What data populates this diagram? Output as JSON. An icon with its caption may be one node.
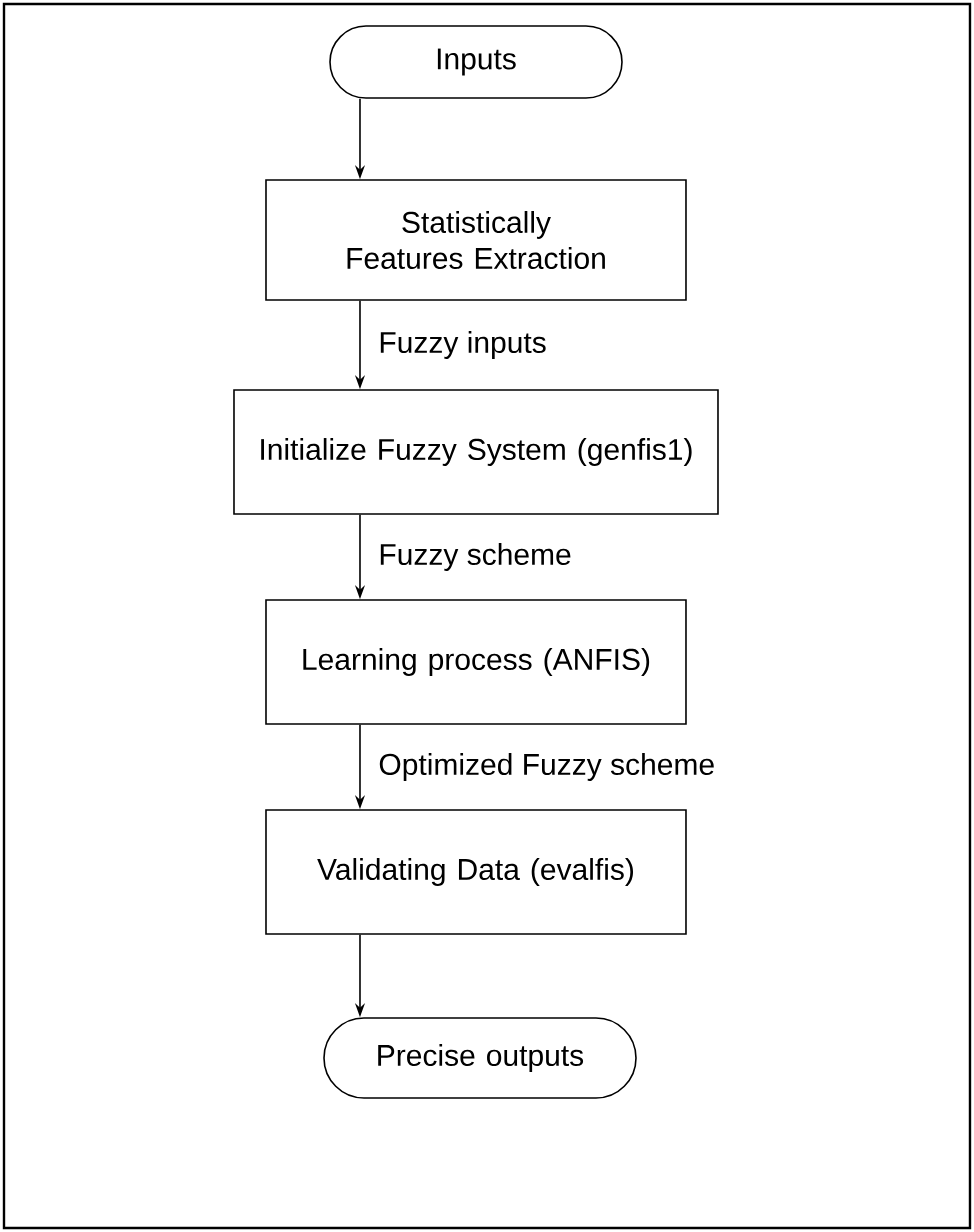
{
  "diagram": {
    "nodes": [
      {
        "text": [
          "Inputs"
        ]
      },
      {
        "text": [
          "Statistically Features Extraction"
        ]
      },
      {
        "text": [
          "Initialize Fuzzy System (genfis1)"
        ]
      },
      {
        "text": [
          "Learning process (ANFIS)"
        ]
      },
      {
        "text": [
          "Validating Data (evalfis)"
        ]
      },
      {
        "text": [
          "Precise outputs"
        ]
      }
    ],
    "edges": [
      {
        "from": 0,
        "to": 1,
        "arrow": "to"
      },
      {
        "from": 1,
        "to": 2,
        "arrow": "to",
        "label": "Fuzzy inputs"
      },
      {
        "from": 2,
        "to": 3,
        "arrow": "to",
        "label": "Fuzzy scheme"
      },
      {
        "from": 3,
        "to": 4,
        "arrow": "to",
        "label": "Optimized Fuzzy scheme"
      },
      {
        "from": 4,
        "to": 5,
        "arrow": "to"
      }
    ]
  }
}
